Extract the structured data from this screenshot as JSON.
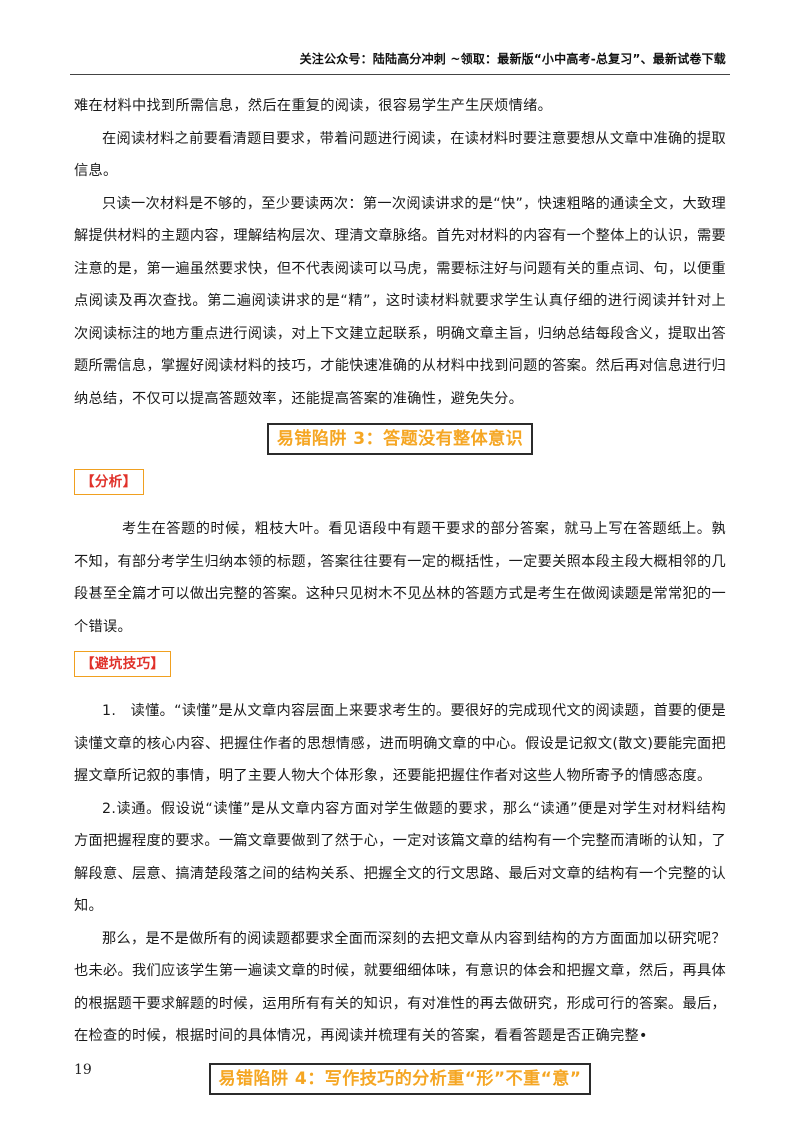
{
  "header": {
    "text": "关注公众号：陆陆高分冲刺 ~领取：最新版“小中高考-总复习”、最新试卷下载"
  },
  "paragraphs_top": [
    "难在材料中找到所需信息，然后在重复的阅读，很容易学生产生厌烦情绪。",
    "在阅读材料之前要看清题目要求，带着问题进行阅读，在读材料时要注意要想从文章中准确的提取信息。",
    "只读一次材料是不够的，至少要读两次：第一次阅读讲求的是“快”，快速粗略的通读全文，大致理解提供材料的主题内容，理解结构层次、理清文章脉络。首先对材料的内容有一个整体上的认识，需要注意的是，第一遍虽然要求快，但不代表阅读可以马虎，需要标注好与问题有关的重点词、句，以便重点阅读及再次查找。第二遍阅读讲求的是“精”，这时读材料就要求学生认真仔细的进行阅读并针对上次阅读标注的地方重点进行阅读，对上下文建立起联系，明确文章主旨，归纳总结每段含义，提取出答题所需信息，掌握好阅读材料的技巧，才能快速准确的从材料中找到问题的答案。然后再对信息进行归纳总结，不仅可以提高答题效率，还能提高答案的准确性，避免失分。"
  ],
  "pitfall3": {
    "title": "易错陷阱 3：答题没有整体意识"
  },
  "analysis": {
    "tag": "【分析】",
    "text": "考生在答题的时候，粗枝大叶。看见语段中有题干要求的部分答案，就马上写在答题纸上。孰不知，有部分考学生归纳本领的标题，答案往往要有一定的概括性，一定要关照本段主段大概相邻的几段甚至全篇才可以做出完整的答案。这种只见树木不见丛林的答题方式是考生在做阅读题是常常犯的一个错误。"
  },
  "tips": {
    "tag": "【避坑技巧】",
    "items": [
      "1.　读懂。“读懂”是从文章内容层面上来要求考生的。要很好的完成现代文的阅读题，首要的便是读懂文章的核心内容、把握住作者的思想情感，进而明确文章的中心。假设是记叙文(散文)要能完面把握文章所记叙的事情，明了主要人物大个体形象，还要能把握住作者对这些人物所寄予的情感态度。",
      "2.读通。假设说“读懂”是从文章内容方面对学生做题的要求，那么“读通”便是对学生对材料结构方面把握程度的要求。一篇文章要做到了然于心，一定对该篇文章的结构有一个完整而清晰的认知，了解段意、层意、搞清楚段落之间的结构关系、把握全文的行文思路、最后对文章的结构有一个完整的认知。",
      "那么，是不是做所有的阅读题都要求全面而深刻的去把文章从内容到结构的方方面面加以研究呢？也未必。我们应该学生第一遍读文章的时候，就要细细体味，有意识的体会和把握文章，然后，再具体的根据题干要求解题的时候，运用所有有关的知识，有对准性的再去做研究，形成可行的答案。最后，在检查的时候，根据时间的具体情况，再阅读并梳理有关的答案，看看答题是否正确完整•"
    ]
  },
  "pitfall4": {
    "title": "易错陷阱 4：写作技巧的分析重“形”不重“意”"
  },
  "page_number": "19"
}
